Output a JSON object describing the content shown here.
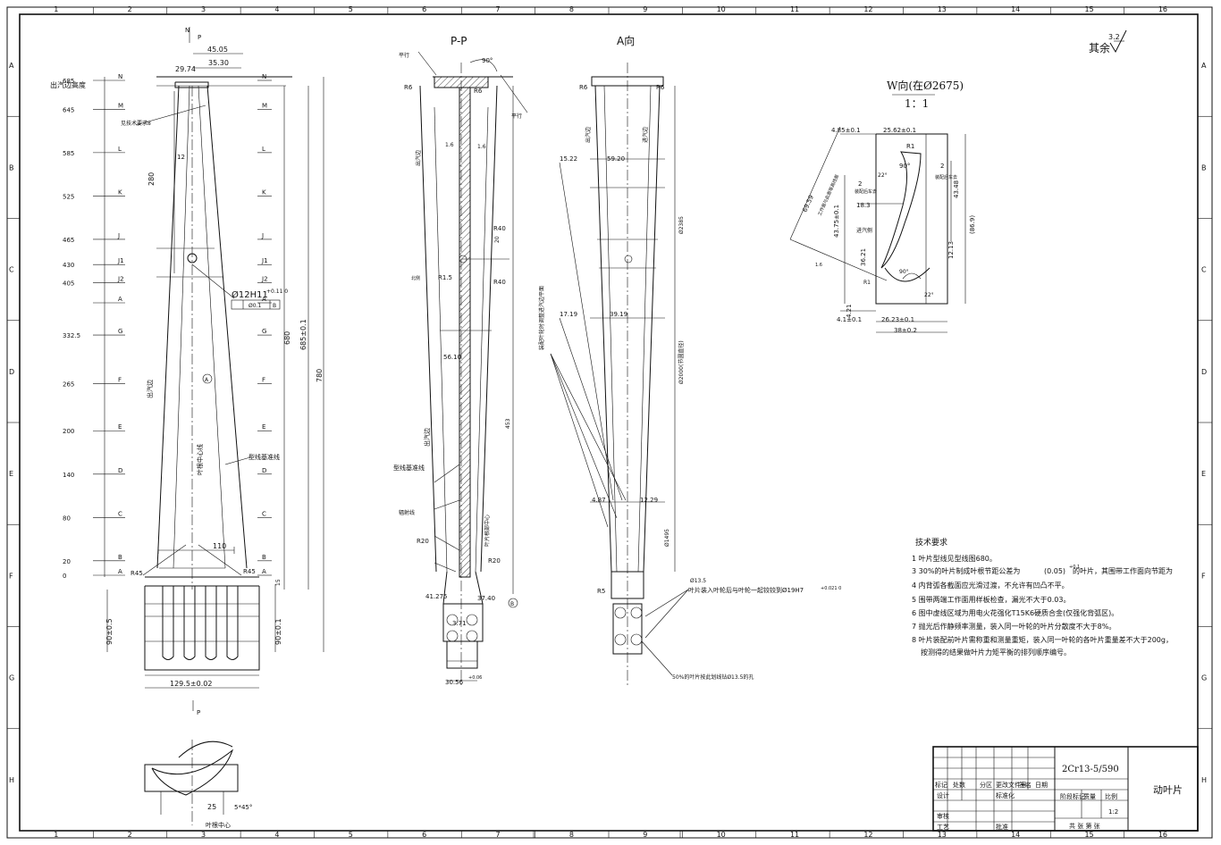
{
  "drawing": {
    "material": "2Cr13-5/590",
    "part_name": "动叶片",
    "surface_note": "其余",
    "surface_roughness": "3.2",
    "scale": "1:2"
  },
  "frame": {
    "col_numbers": [
      "1",
      "2",
      "3",
      "4",
      "5",
      "6",
      "7",
      "8",
      "9",
      "10",
      "11",
      "12",
      "13",
      "14",
      "15",
      "16"
    ],
    "row_letters": [
      "A",
      "B",
      "C",
      "D",
      "E",
      "F",
      "G",
      "H"
    ]
  },
  "views": {
    "section_pp": "P-P",
    "view_a": "A向",
    "view_w_title": "W向(在Ø2675)",
    "view_w_scale": "1：1",
    "view_label_n": "N",
    "view_label_p": "P"
  },
  "left_scale": {
    "header": "出汽边高度",
    "levels": [
      {
        "value": "685",
        "letter": "N"
      },
      {
        "value": "645",
        "letter": "M"
      },
      {
        "value": "585",
        "letter": "L"
      },
      {
        "value": "525",
        "letter": "K"
      },
      {
        "value": "465",
        "letter": "J"
      },
      {
        "value": "430",
        "letter": "J1"
      },
      {
        "value": "405",
        "letter": "J2"
      },
      {
        "value": "",
        "letter": "A"
      },
      {
        "value": "332.5",
        "letter": "G"
      },
      {
        "value": "265",
        "letter": "F"
      },
      {
        "value": "200",
        "letter": "E"
      },
      {
        "value": "140",
        "letter": "D"
      },
      {
        "value": "80",
        "letter": "C"
      },
      {
        "value": "20",
        "letter": "B"
      },
      {
        "value": "0",
        "letter": "A"
      }
    ]
  },
  "main_view_dims": {
    "d1": "45.05",
    "d2": "35.30",
    "d3": "29.74",
    "note1": "见技术要求8",
    "d_12": "12",
    "d_280": "280",
    "hole": "Ø12H11",
    "hole_tol": "+0.11 0",
    "position_tol": "Ø0.1",
    "datum_tol": "B",
    "d_680": "680",
    "d_685": "685±0.1",
    "d_780": "780",
    "centerline": "叶根中心线",
    "profile_line": "型线基准线",
    "d_110": "110",
    "r45_l": "R45",
    "r45_r": "R45",
    "d_90_l": "90±0.5",
    "d_90_r": "90±0.1",
    "d_129": "129.5±0.02",
    "d_15": "15",
    "chamfer": "5*45°",
    "d_25": "25",
    "root_center": "叶根中心",
    "label_edge": "出汽边",
    "circle_a": "A"
  },
  "section_dims": {
    "d_90deg": "90°",
    "r6_top": "R6",
    "r6_right": "R6",
    "note_flat": "平行",
    "d_16": "1.6",
    "r40a": "R40",
    "r40b": "R40",
    "d_20": "20",
    "r1_5": "R1.5",
    "d_56": "56.10",
    "profile": "型线基准线",
    "label_radial": "辐射线",
    "r20_l": "R20",
    "r20_r": "R20",
    "label_center": "叶片根部中心",
    "d_41": "41.275",
    "d_37": "37.40",
    "d_371": "3.71",
    "d_30": "30.56",
    "d_30_tol": "+0.06",
    "label_inlet": "进汽边",
    "label_outlet": "出汽边",
    "d_453": "453",
    "circle_b": "B",
    "label_north": "北侧"
  },
  "view_a_dims": {
    "r6": "R6",
    "d_15": "15.22",
    "d_59": "59.20",
    "d_17": "17.19",
    "d_39": "39.19",
    "d_4": "4.87",
    "d_12": "12.29",
    "phi2385": "Ø2385",
    "phi2000": "Ø2000(节圆直径)",
    "phi1495": "Ø1495",
    "r5": "R5",
    "phi13": "Ø13.5",
    "note_ream": "叶片装入叶轮后与叶轮一起铰铰到Ø19H7",
    "note_ream_tol": "+0.021 0",
    "note_50": "50%的叶片按此划线钻Ø13.5的孔",
    "note_side": "装配叶轮时调整进汽边平面",
    "label_in": "出汽边",
    "label_out": "进汽边"
  },
  "view_w_dims": {
    "d_485": "4.85±0.1",
    "d_2562": "25.62±0.1",
    "r1": "R1",
    "d_90": "90°",
    "d_2": "2",
    "label_assembly": "装配后车去",
    "d_22": "22°",
    "d_69": "69.59",
    "d_69_tol": "+0.1 0",
    "note_flat": "工作面与此面等高线面",
    "d_2b": "2",
    "label_assy2": "装配后车去",
    "d_183": "18.3",
    "d_4375": "43.75±0.1",
    "label_inlet": "进汽侧",
    "d_4348": "43.48",
    "d_869": "(86.9)",
    "d_3621": "36.21",
    "d_3621_tol": "0 -0.1",
    "d_1213": "12.13",
    "d_1213_tol": "0 -0.1",
    "d_421": "4.21",
    "d_421_tol": "0 -0.1",
    "d_91": "90°",
    "d_22b": "22°",
    "d_31": "R1",
    "d_41": "4.1±0.1",
    "d_2623": "26.23±0.1",
    "d_38": "38±0.2",
    "rough": "1.6"
  },
  "tech_requirements": {
    "title": "技术要求",
    "items": [
      "1 叶片型线见型线图680。",
      "3 30%的叶片制成叶根节距公差为",
      "4 内背弧各截面应光滑过渡，不允许有凹凸不平。",
      "5 围带两端工作面用样板检查，漏光不大于0.03。",
      "6 图中虚线区域为用电火花强化T15K6硬质合金(仅强化背弧区)。",
      "7 抛光后作静频率测量，装入同一叶轮的叶片分散度不大于8%。",
      "8 叶片装配前叶片需称重和测量重矩，装入同一叶轮的各叶片重量差不大于200g，",
      "按测得的结果做叶片力矩平衡的排列顺序编号。"
    ],
    "item3_tail": "的叶片，其围带工作面向节距为",
    "item3_value": "(0.05)",
    "item3_tol": "+0.1"
  },
  "title_block": {
    "material_cell": "2Cr13-5/590",
    "name_cell": "动叶片",
    "row1": [
      "标记",
      "处数",
      "分区",
      "更改文件号",
      "签名",
      "日期"
    ],
    "design": "设计",
    "standard": "标准化",
    "stage": "阶段标记",
    "weight": "质量",
    "ratio": "比例",
    "review": "审核",
    "process": "工艺",
    "approve": "批准",
    "sheets": "共    张  第    张",
    "scale_val": "1:2"
  }
}
